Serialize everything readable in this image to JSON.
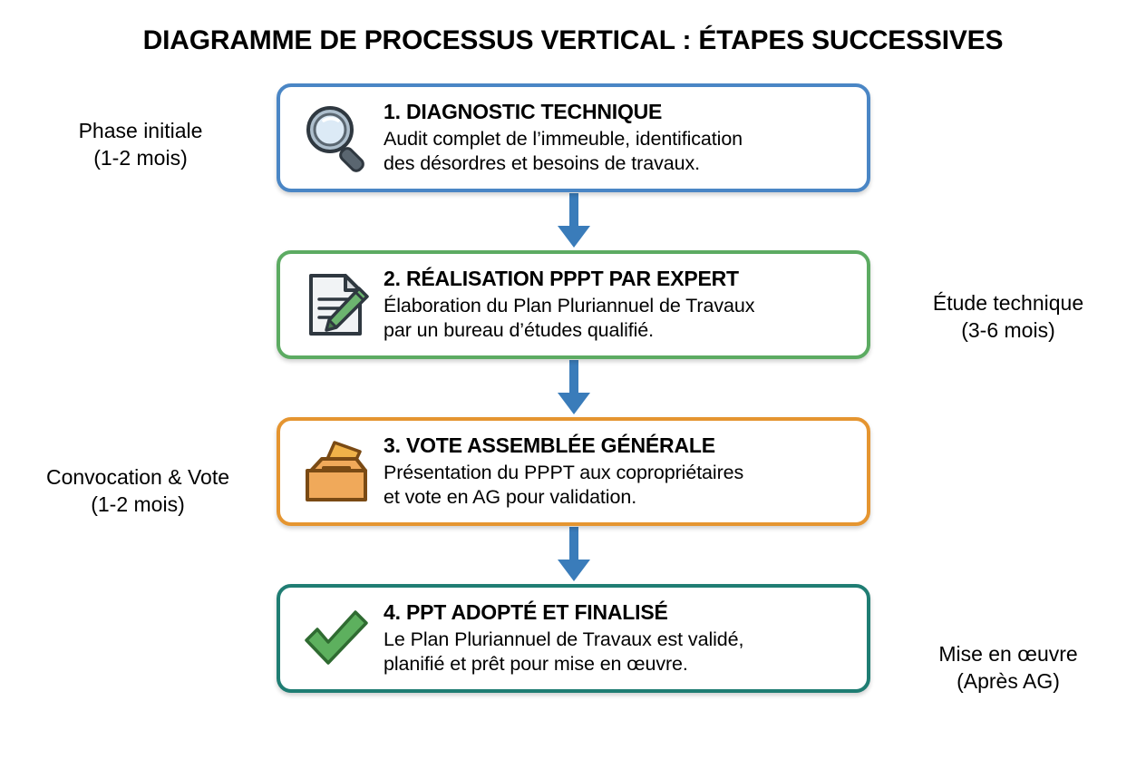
{
  "title": "DIAGRAMME DE PROCESSUS VERTICAL : ÉTAPES SUCCESSIVES",
  "colors": {
    "step1_border": "#4a86c5",
    "step2_border": "#5cab62",
    "step3_border": "#e59530",
    "step4_border": "#1f7d73",
    "arrow": "#3a7cba",
    "background": "#ffffff",
    "text": "#000000"
  },
  "steps": [
    {
      "number": "1.",
      "heading": "1. DIAGNOSTIC TECHNIQUE",
      "description": "Audit complet de l’immeuble, identification\ndes désordres et besoins de travaux.",
      "icon": "magnifying-glass-icon",
      "border_color": "#4a86c5",
      "side": "left",
      "phase_label": "Phase initiale\n(1-2 mois)"
    },
    {
      "number": "2.",
      "heading": "2. RÉALISATION PPPT PAR EXPERT",
      "description": "Élaboration du Plan Pluriannuel de Travaux\npar un bureau d’études qualifié.",
      "icon": "document-pencil-icon",
      "border_color": "#5cab62",
      "side": "right",
      "phase_label": "Étude technique\n(3-6 mois)"
    },
    {
      "number": "3.",
      "heading": "3. VOTE ASSEMBLÉE GÉNÉRALE",
      "description": "Présentation du PPPT aux copropriétaires\net vote en AG pour validation.",
      "icon": "ballot-box-icon",
      "border_color": "#e59530",
      "side": "left",
      "phase_label": "Convocation & Vote\n(1-2 mois)"
    },
    {
      "number": "4.",
      "heading": "4. PPT ADOPTÉ ET FINALISÉ",
      "description": "Le Plan Pluriannuel de Travaux est validé,\nplanifié et prêt pour mise en œuvre.",
      "icon": "green-check-icon",
      "border_color": "#1f7d73",
      "side": "right",
      "phase_label": "Mise en œuvre\n(Après AG)"
    }
  ],
  "phase_labels": [
    "Phase initiale\n(1-2 mois)",
    "Étude technique\n(3-6 mois)",
    "Convocation & Vote\n(1-2 mois)",
    "Mise en œuvre\n(Après AG)"
  ],
  "arrows": [
    {
      "from": "1",
      "to": "2",
      "direction": "down"
    },
    {
      "from": "2",
      "to": "3",
      "direction": "down"
    },
    {
      "from": "3",
      "to": "4",
      "direction": "down"
    }
  ]
}
